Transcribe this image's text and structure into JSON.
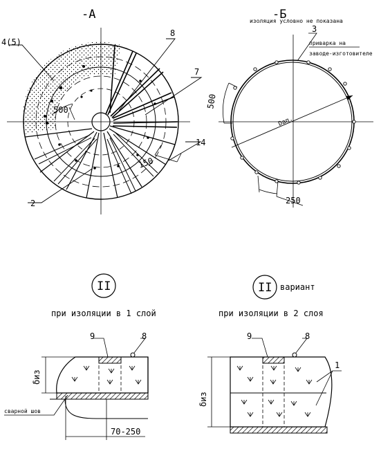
{
  "view_a": {
    "title": "-А",
    "labels": {
      "l_4_5": "4(5)",
      "l_8": "8",
      "l_7": "7",
      "l_14": "14",
      "l_2": "2",
      "d_500": "500",
      "d_150": "150"
    }
  },
  "view_b": {
    "title": "-Б",
    "note_insulation": "изоляция условно не показана",
    "label_3": "3",
    "note_welding_1": "приварка на",
    "note_welding_2": "заводе-изготовителе",
    "diameter_label": "Dап.",
    "d_500": "500",
    "d_250": "250"
  },
  "detail_1": {
    "marker": "II",
    "caption": "при изоляции в 1 слой",
    "label_9": "9",
    "label_8": "8",
    "dim_thickness": "δиз",
    "weld_label": "сварной шов",
    "dim_overlap": "70-250"
  },
  "detail_2": {
    "marker": "II",
    "variant": "вариант",
    "caption": "при изоляции в 2 слоя",
    "label_9": "9",
    "label_8": "8",
    "label_1": "1",
    "dim_thickness": "δиз"
  }
}
